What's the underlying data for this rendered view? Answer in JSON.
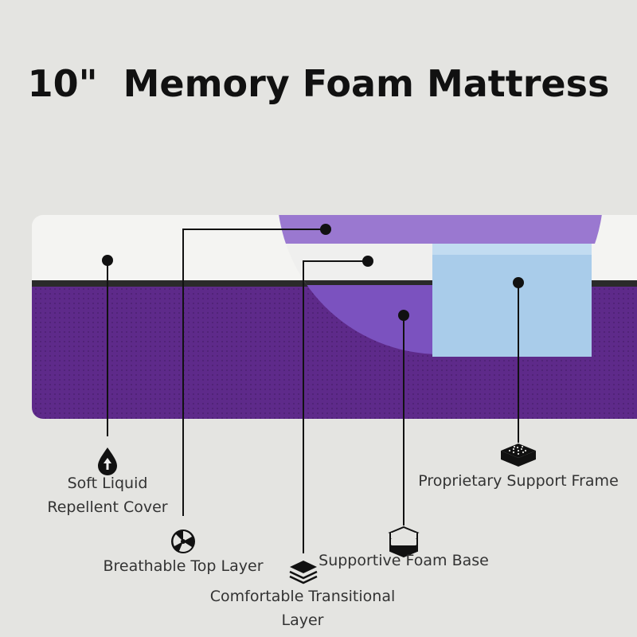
{
  "title": "10\"  Memory Foam Mattress",
  "colors": {
    "background": "#e4e4e1",
    "cover_white": "#f4f4f2",
    "purple": "#5e2a8a",
    "lavender": "#9a78d0",
    "light_blue": "#a9ccea",
    "line": "#111111"
  },
  "callouts": [
    {
      "icon": "water-drop-icon",
      "lines": [
        "Soft Liquid",
        "Repellent Cover"
      ]
    },
    {
      "icon": "airflow-fan-icon",
      "lines": [
        "Breathable Top Layer"
      ]
    },
    {
      "icon": "layers-stack-icon",
      "lines": [
        "Comfortable Transitional",
        "Layer"
      ]
    },
    {
      "icon": "foam-blocks-icon",
      "lines": [
        "Supportive Foam Base"
      ]
    },
    {
      "icon": "support-grid-icon",
      "lines": [
        "Proprietary Support Frame"
      ]
    }
  ]
}
